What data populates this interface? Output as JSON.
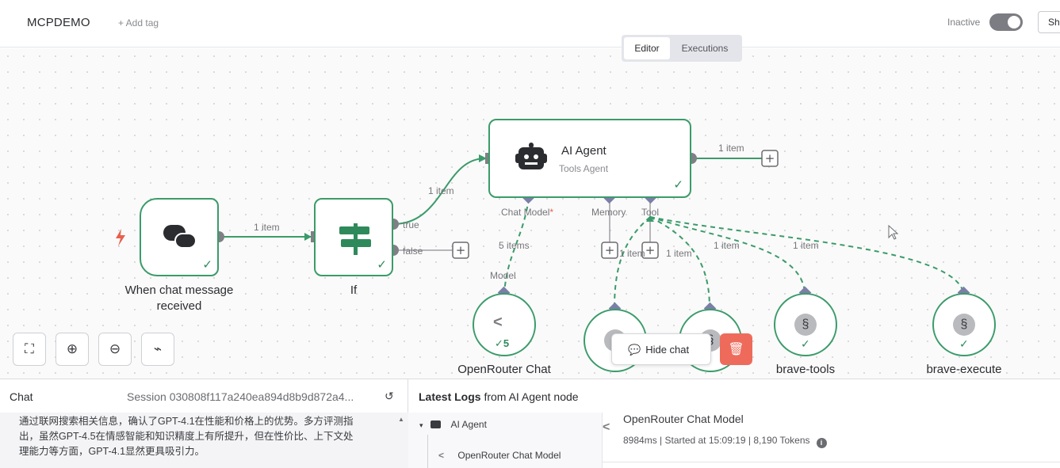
{
  "header": {
    "workflow_name": "MCPDEMO",
    "add_tag": "+ Add tag",
    "status_label": "Inactive",
    "share_label": "Sh"
  },
  "view_switch": {
    "editor": "Editor",
    "executions": "Executions"
  },
  "nodes": {
    "chat_trigger": {
      "label": "When chat message received"
    },
    "if": {
      "label": "If",
      "out_true": "true",
      "out_false": "false"
    },
    "ai_agent": {
      "title": "AI Agent",
      "subtitle": "Tools Agent",
      "port_chat_model": "Chat Model",
      "port_chat_model_required": "*",
      "port_memory": "Memory",
      "port_tool": "Tool"
    },
    "openrouter": {
      "label": "OpenRouter Chat",
      "port_model": "Model",
      "run_count": "5"
    },
    "brave_tools": {
      "label": "brave-tools"
    },
    "brave_execute": {
      "label": "brave-execute"
    }
  },
  "edge_labels": {
    "trigger_to_if": "1 item",
    "if_to_agent": "1 item",
    "agent_out": "1 item",
    "model_items": "5 items",
    "tool1": "1 item",
    "tool2": "1 item",
    "tool3": "1 item",
    "tool4": "1 item"
  },
  "canvas_controls": {
    "hide_chat": "Hide chat"
  },
  "chat": {
    "title": "Chat",
    "session": "Session  030808f117a240ea894d8b9d872a4...",
    "message_lines": [
      "通过联网搜索相关信息，确认了GPT-4.1在性能和价格上的优势。多方评测指",
      "出，虽然GPT-4.5在情感智能和知识精度上有所提升，但在性价比、上下文处",
      "理能力等方面，GPT-4.1显然更具吸引力。"
    ]
  },
  "logs": {
    "title_main": "Latest Logs",
    "title_rest": " from AI Agent node",
    "tree": [
      "AI Agent",
      "OpenRouter Chat Model"
    ],
    "detail_title": "OpenRouter Chat Model",
    "detail_meta": "8984ms | Started at 15:09:19 | 8,190 Tokens"
  },
  "colors": {
    "node_border": "#3b9b6a",
    "trigger": "#e8604c",
    "delete": "#ee6b5b",
    "port": "#7b7fa8"
  }
}
